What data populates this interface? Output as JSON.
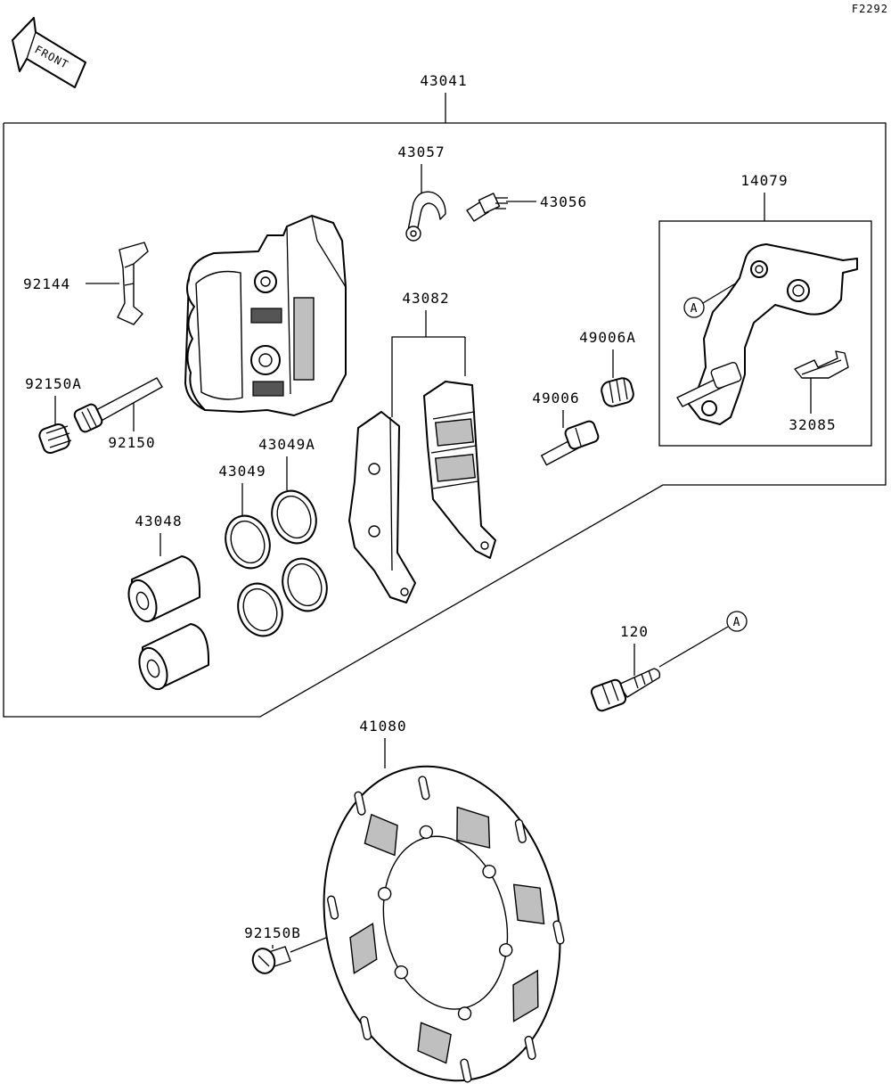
{
  "figure_code": "F2292",
  "front_label": "FRONT",
  "assembly_label": "43041",
  "bracket_assembly_label": "14079",
  "ref_marker": "A",
  "parts": [
    {
      "id": "p43057",
      "label": "43057"
    },
    {
      "id": "p43056",
      "label": "43056"
    },
    {
      "id": "p92144",
      "label": "92144"
    },
    {
      "id": "p43082",
      "label": "43082"
    },
    {
      "id": "p49006A",
      "label": "49006A"
    },
    {
      "id": "p92150A",
      "label": "92150A"
    },
    {
      "id": "p49006",
      "label": "49006"
    },
    {
      "id": "p92150",
      "label": "92150"
    },
    {
      "id": "p43049A",
      "label": "43049A"
    },
    {
      "id": "p43049",
      "label": "43049"
    },
    {
      "id": "p43048",
      "label": "43048"
    },
    {
      "id": "p32085",
      "label": "32085"
    },
    {
      "id": "p120",
      "label": "120"
    },
    {
      "id": "p41080",
      "label": "41080"
    },
    {
      "id": "p92150B",
      "label": "92150B"
    }
  ]
}
